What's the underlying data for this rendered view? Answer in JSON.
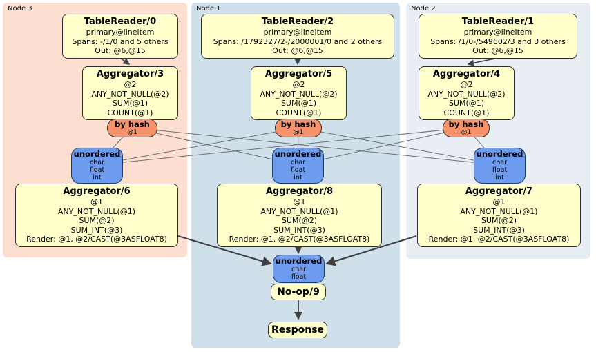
{
  "diagram": {
    "regions": {
      "node3": {
        "label": "Node 3"
      },
      "node1": {
        "label": "Node 1"
      },
      "node2": {
        "label": "Node 2"
      }
    },
    "colors": {
      "node3_bg": "#fcdfd1",
      "node1_bg": "#cfe0ea",
      "node2_bg": "#e9eef5",
      "processor_fill": "#ffffcc",
      "hash_router_fill": "#f5926b",
      "stream_router_fill": "#6d9cee",
      "edge_thin": "#6f6f6f",
      "edge_thick": "#404040"
    },
    "processors": {
      "tablereader0": {
        "title": "TableReader/0",
        "lines": [
          "primary@lineitem",
          "Spans: -/1/0 and 5 others",
          "Out: @6,@15"
        ]
      },
      "tablereader2": {
        "title": "TableReader/2",
        "lines": [
          "primary@lineitem",
          "Spans: /1792327/2-/2000001/0 and 2 others",
          "Out: @6,@15"
        ]
      },
      "tablereader1": {
        "title": "TableReader/1",
        "lines": [
          "primary@lineitem",
          "Spans: /1/0-/549602/3 and 3 others",
          "Out: @6,@15"
        ]
      },
      "aggregator3": {
        "title": "Aggregator/3",
        "lines": [
          "@2",
          "ANY_NOT_NULL(@2)",
          "SUM(@1)",
          "COUNT(@1)"
        ]
      },
      "aggregator5": {
        "title": "Aggregator/5",
        "lines": [
          "@2",
          "ANY_NOT_NULL(@2)",
          "SUM(@1)",
          "COUNT(@1)"
        ]
      },
      "aggregator4": {
        "title": "Aggregator/4",
        "lines": [
          "@2",
          "ANY_NOT_NULL(@2)",
          "SUM(@1)",
          "COUNT(@1)"
        ]
      },
      "aggregator6": {
        "title": "Aggregator/6",
        "lines": [
          "@1",
          "ANY_NOT_NULL(@1)",
          "SUM(@2)",
          "SUM_INT(@3)",
          "Render: @1, @2/CAST(@3ASFLOAT8)"
        ]
      },
      "aggregator8": {
        "title": "Aggregator/8",
        "lines": [
          "@1",
          "ANY_NOT_NULL(@1)",
          "SUM(@2)",
          "SUM_INT(@3)",
          "Render: @1, @2/CAST(@3ASFLOAT8)"
        ]
      },
      "aggregator7": {
        "title": "Aggregator/7",
        "lines": [
          "@1",
          "ANY_NOT_NULL(@1)",
          "SUM(@2)",
          "SUM_INT(@3)",
          "Render: @1, @2/CAST(@3ASFLOAT8)"
        ]
      },
      "noop": {
        "title": "No-op/9"
      },
      "response": {
        "title": "Response"
      }
    },
    "routers": {
      "byhash3": {
        "title": "by hash",
        "lines": [
          "@1"
        ]
      },
      "byhash5": {
        "title": "by hash",
        "lines": [
          "@1"
        ]
      },
      "byhash4": {
        "title": "by hash",
        "lines": [
          "@1"
        ]
      },
      "unordered3": {
        "title": "unordered",
        "lines": [
          "char",
          "float",
          "int"
        ]
      },
      "unordered1": {
        "title": "unordered",
        "lines": [
          "char",
          "float",
          "int"
        ]
      },
      "unordered2": {
        "title": "unordered",
        "lines": [
          "char",
          "float",
          "int"
        ]
      },
      "unordered_final": {
        "title": "unordered",
        "lines": [
          "char",
          "float"
        ]
      }
    }
  }
}
